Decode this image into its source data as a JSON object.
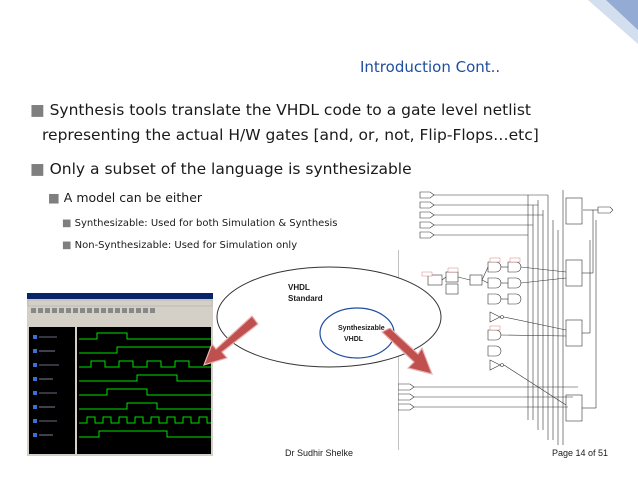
{
  "slide": {
    "title": "Introduction Cont..",
    "bullets": [
      "Synthesis tools translate the VHDL code to a gate level netlist",
      "representing the actual H/W gates [and, or, not, Flip-Flops…etc]",
      "Only a subset of the language is synthesizable"
    ],
    "sub_bullet": "A model can be either",
    "sub_sub_bullets": [
      "Synthesizable: Used for both Simulation & Synthesis",
      "Non-Synthesizable:  Used for Simulation only"
    ]
  },
  "diagram": {
    "outer_label_1": "VHDL",
    "outer_label_2": "Standard",
    "inner_label_1": "Synthesizable",
    "inner_label_2": "VHDL"
  },
  "footer": {
    "author": "Dr Sudhir Shelke",
    "page": "Page 14 of 51"
  },
  "colors": {
    "title": "#1f4ea0",
    "bullet": "#7f7f7f",
    "arrow": "#c0504d",
    "inner_ellipse": "#1f4ea0"
  }
}
